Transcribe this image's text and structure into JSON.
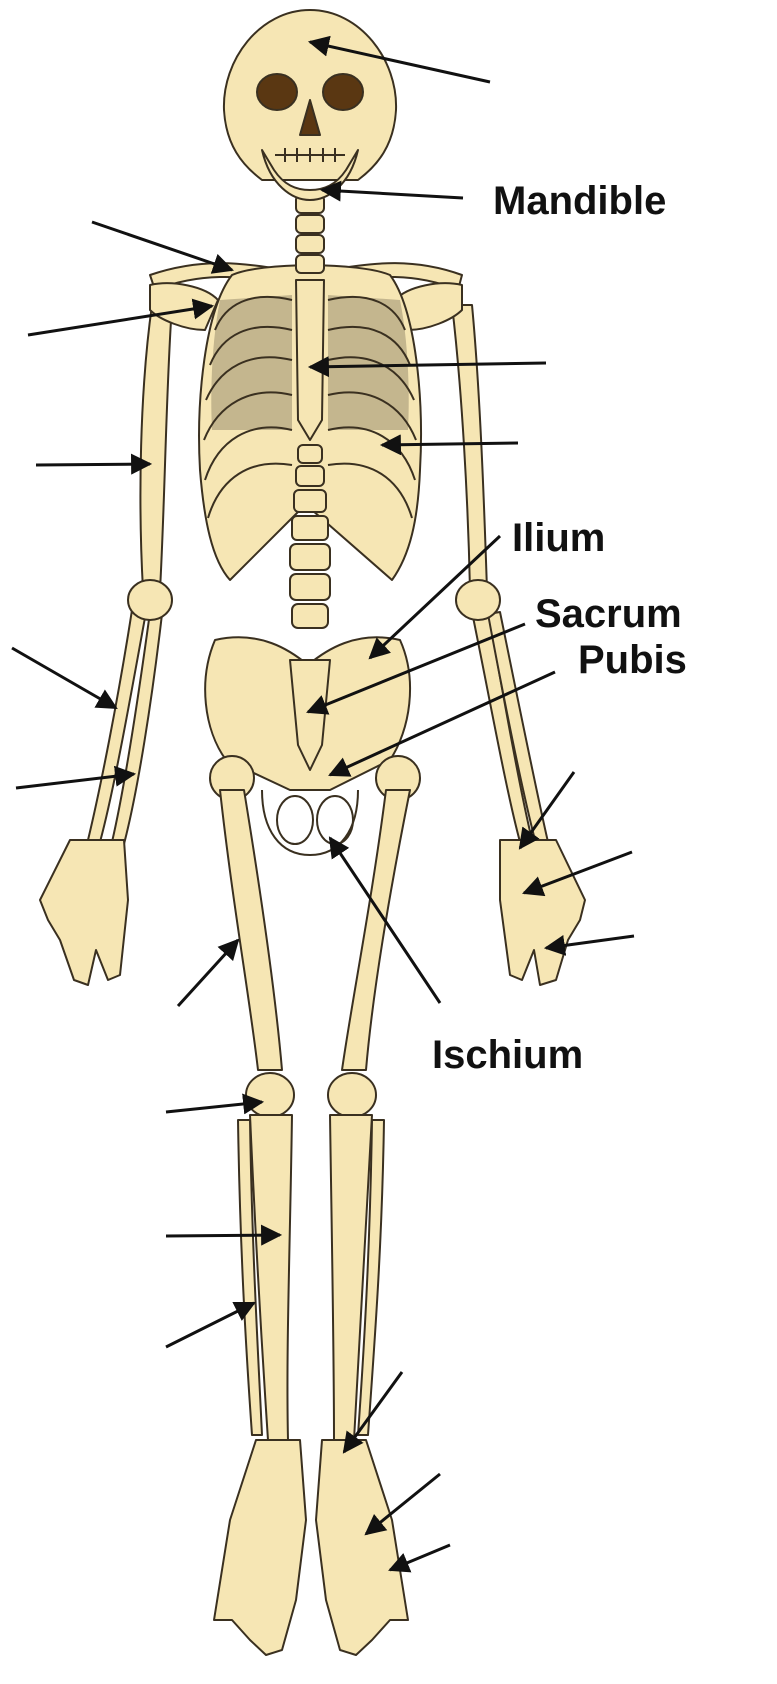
{
  "colors": {
    "bone": "#f6e6b4",
    "bone_outline": "#3a3020",
    "eye_socket": "#5a3712",
    "ribcage_shadow": "#c4b68e",
    "arrow": "#111111",
    "label": "#111111"
  },
  "labels": {
    "mandible": "Mandible",
    "ilium": "Ilium",
    "sacrum": "Sacrum",
    "pubis": "Pubis",
    "ischium": "Ischium"
  }
}
